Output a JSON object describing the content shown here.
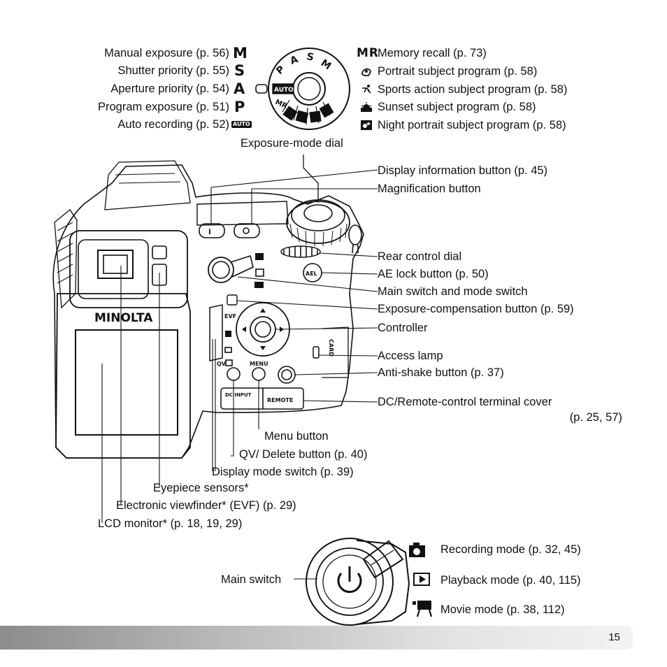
{
  "exposure_modes": {
    "manual": {
      "label": "Manual exposure (p. 56)",
      "letter": "M"
    },
    "shutter": {
      "label": "Shutter priority (p. 55)",
      "letter": "S"
    },
    "aperture": {
      "label": "Aperture priority (p. 54)",
      "letter": "A"
    },
    "program": {
      "label": "Program exposure (p. 51)",
      "letter": "P"
    },
    "auto": {
      "label": "Auto recording (p. 52)",
      "badge": "AUTO"
    }
  },
  "subject_programs": {
    "memory_recall": {
      "label": "Memory recall (p. 73)",
      "letter": "MR"
    },
    "portrait": "Portrait subject program (p. 58)",
    "sports": "Sports action subject program (p. 58)",
    "sunset": "Sunset subject program (p. 58)",
    "night_portrait": "Night portrait subject program (p. 58)"
  },
  "dial": {
    "caption": "Exposure-mode dial",
    "letters": [
      "P",
      "A",
      "S",
      "M"
    ],
    "badge": "AUTO",
    "mr": "MR"
  },
  "right_callouts": {
    "display_info": "Display information button (p. 45)",
    "magnification": "Magnification button",
    "rear_dial": "Rear control dial",
    "ae_lock": "AE lock button (p. 50)",
    "main_switch_mode": "Main switch and mode switch",
    "exposure_comp": "Exposure-compensation button (p. 59)",
    "controller": "Controller",
    "access_lamp": "Access lamp",
    "anti_shake": "Anti-shake button (p. 37)",
    "dc_remote": "DC/Remote-control terminal cover",
    "dc_remote_pages": "(p. 25, 57)"
  },
  "bottom_callouts": {
    "menu": "Menu button",
    "qv_delete": "QV/ Delete button (p. 40)",
    "display_mode": "Display mode switch (p. 39)",
    "eyepiece": "Eyepiece sensors*",
    "evf": "Electronic viewfinder* (EVF) (p. 29)",
    "lcd": "LCD monitor* (p. 18, 19, 29)"
  },
  "camera": {
    "brand": "MINOLTA",
    "evf_label": "EVF",
    "ael_label": "AEL",
    "menu_label": "MENU",
    "qv_label": "QV",
    "dc_label": "DC INPUT",
    "remote_label": "REMOTE",
    "card_label": "CARD"
  },
  "switch_detail": {
    "main_switch": "Main switch",
    "recording": "Recording mode (p. 32, 45)",
    "playback": "Playback mode (p. 40, 115)",
    "movie": "Movie mode (p. 38, 112)"
  },
  "page_number": "15",
  "colors": {
    "footer_dark": "#8c8c8c",
    "footer_light": "#f3f3f3",
    "ink": "#111111"
  }
}
